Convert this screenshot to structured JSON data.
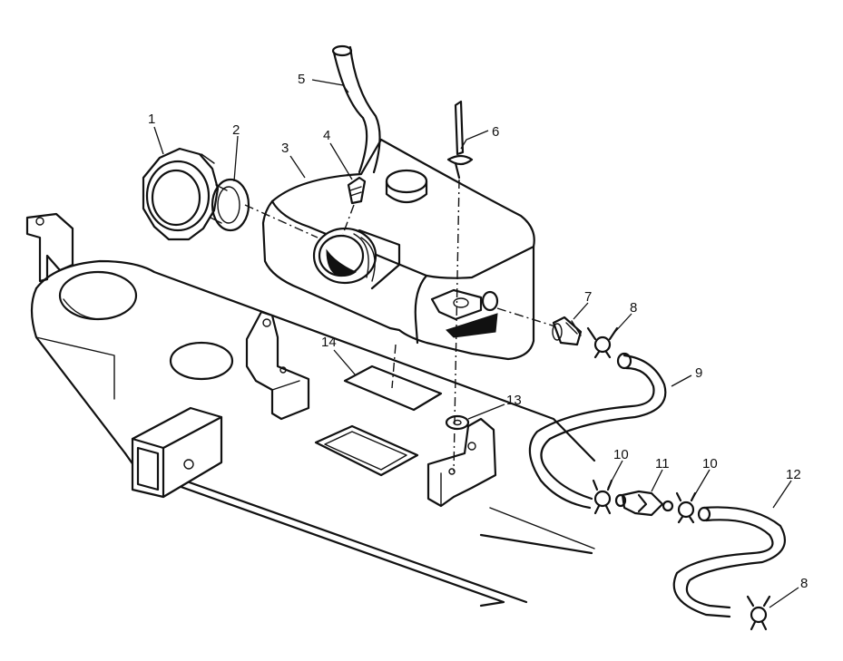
{
  "callouts": [
    {
      "id": "1",
      "text": "1"
    },
    {
      "id": "2",
      "text": "2"
    },
    {
      "id": "3",
      "text": "3"
    },
    {
      "id": "4",
      "text": "4"
    },
    {
      "id": "5",
      "text": "5"
    },
    {
      "id": "6",
      "text": "6"
    },
    {
      "id": "7",
      "text": "7"
    },
    {
      "id": "8a",
      "text": "8"
    },
    {
      "id": "9",
      "text": "9"
    },
    {
      "id": "10a",
      "text": "10"
    },
    {
      "id": "11",
      "text": "11"
    },
    {
      "id": "10b",
      "text": "10"
    },
    {
      "id": "12",
      "text": "12"
    },
    {
      "id": "8b",
      "text": "8"
    },
    {
      "id": "13",
      "text": "13"
    },
    {
      "id": "14",
      "text": "14"
    }
  ],
  "colors": {
    "line": "#111111",
    "background": "#ffffff"
  }
}
